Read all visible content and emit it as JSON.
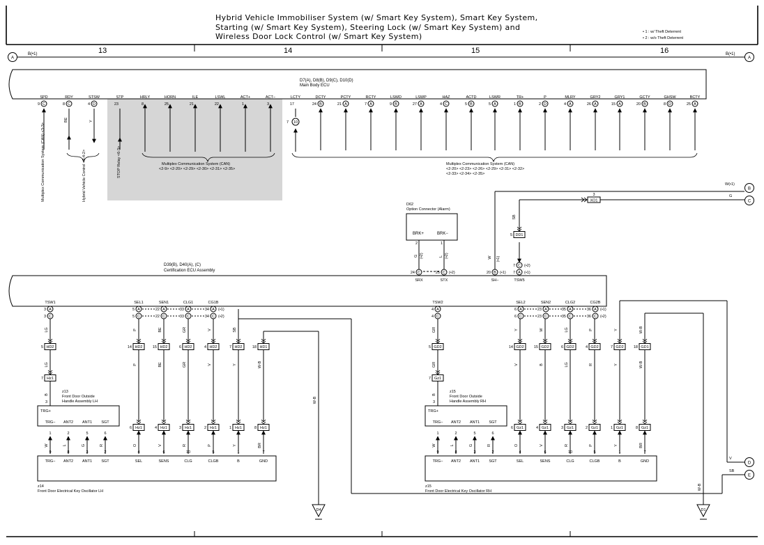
{
  "title": {
    "line1": "Hybrid Vehicle Immobiliser System (w/ Smart Key System),  Smart Key System,",
    "line2": "Starting (w/ Smart Key System),  Steering Lock (w/ Smart Key System) and",
    "line3": "Wireless Door Lock Control (w/ Smart Key System)"
  },
  "notes": [
    "• 1 : w/ Theft Deterrent",
    "• 2 : w/o Theft Deterrent"
  ],
  "page_numbers": [
    "13",
    "14",
    "15",
    "16"
  ],
  "offpage": {
    "A_left": "A",
    "A_right": "A",
    "B_label_left": "B(•1)",
    "B_label_right": "B(•1)",
    "B": "B",
    "C": "C",
    "D": "D",
    "E": "E",
    "W1": "W(•1)",
    "G": "G",
    "V": "V",
    "SB": "SB"
  },
  "main_ecu": {
    "name": "D7(A), D8(B), D9(C), D10(D)",
    "subname": "Main Body ECU",
    "pins": [
      {
        "name": "SPD",
        "num": "9",
        "conn": "C"
      },
      {
        "name": "RDY",
        "num": "8",
        "conn": "C"
      },
      {
        "name": "STSW",
        "num": "4",
        "conn": "D"
      },
      {
        "name": "STP",
        "num": "23",
        "conn": ""
      },
      {
        "name": "HRLY",
        "num": "8",
        "conn": ""
      },
      {
        "name": "HORN",
        "num": "25",
        "conn": ""
      },
      {
        "name": "ILE",
        "num": "21",
        "conn": ""
      },
      {
        "name": "LSWL",
        "num": "22",
        "conn": ""
      },
      {
        "name": "ACT+",
        "num": "1",
        "conn": ""
      },
      {
        "name": "ACT−",
        "num": "3",
        "conn": ""
      },
      {
        "name": "LCTY",
        "num": "17",
        "conn": ""
      },
      {
        "name": "DCTY",
        "num": "24",
        "conn": "B"
      },
      {
        "name": "PCTY",
        "num": "21",
        "conn": "A"
      },
      {
        "name": "RCTY",
        "num": "7",
        "conn": "A"
      },
      {
        "name": "LSWD",
        "num": "9",
        "conn": "B"
      },
      {
        "name": "LSWP",
        "num": "27",
        "conn": "A"
      },
      {
        "name": "HAZ",
        "num": "4",
        "conn": "C"
      },
      {
        "name": "ACTD",
        "num": "5",
        "conn": "B"
      },
      {
        "name": "LSWR",
        "num": "5",
        "conn": "A"
      },
      {
        "name": "TR+",
        "num": "1",
        "conn": "B"
      },
      {
        "name": "P",
        "num": "2",
        "conn": "D"
      },
      {
        "name": "MLRY",
        "num": "4",
        "conn": "A"
      },
      {
        "name": "GRY2",
        "num": "26",
        "conn": "A"
      },
      {
        "name": "GRY1",
        "num": "15",
        "conn": "A"
      },
      {
        "name": "GCTY",
        "num": "20",
        "conn": "B"
      },
      {
        "name": "GHSW",
        "num": "8",
        "conn": "D"
      },
      {
        "name": "BCTY",
        "num": "25",
        "conn": "A"
      }
    ],
    "extra_pin": {
      "num": "7",
      "conn": "10"
    }
  },
  "wires_top": {
    "rdy": "BE",
    "stsw": "Y"
  },
  "refs": {
    "mpx1": "Multiplex Communication System (CAN) <3-3>",
    "hv": "Hybrid Vehicle Control <3-4-2>",
    "stop": "STOP Relay <6-3>",
    "can_mid_title": "Multiplex Communication System (CAN)",
    "can_mid_refs": "<2-9> <2-20> <2-29> <2-30> <2-31> <2-35>",
    "can_right_title": "Multiplex Communication System (CAN)",
    "can_right_refs1": "<2-20> <2-23> <2-26> <2-29> <2-31> <2-32>",
    "can_right_refs2": "<2-33> <2-34> <2-35>"
  },
  "option_conn": {
    "name": "D62",
    "subname": "Option Connector (Alarm)",
    "pin1": "BRK+",
    "pin2": "BRK−",
    "num1": "2",
    "num2": "1",
    "w1": "G",
    "w2": "L",
    "n1": "(•2)",
    "n2": "(•2)"
  },
  "cert_ecu": {
    "name": "D39(B), D40(A), (C)",
    "subname": "Certification ECU Assembly",
    "top_pins": [
      {
        "num": "24",
        "conn": "C",
        "label": "SRX"
      },
      {
        "num": "25",
        "conn": "C",
        "label": "STX",
        "note": "(•2)"
      },
      {
        "num": "20",
        "conn": "B",
        "label": "SH−",
        "note": "(•1)"
      },
      {
        "num": "7",
        "conn": "A",
        "label": "TSW5",
        "note": "(•1)"
      }
    ],
    "tsw5_second": {
      "num": "7",
      "conn": "C",
      "note": "(•2)"
    },
    "bottom_left": [
      {
        "name": "TSW1",
        "n1": "3",
        "c1": "A",
        "n2": "3",
        "c2": "C"
      },
      {
        "name": "SEL1",
        "n1": "5",
        "c1": "A",
        "n2": "5",
        "c2": "C",
        "mid": "22"
      },
      {
        "name": "SEN1",
        "n1": "22",
        "c1": "A",
        "n2": "22",
        "c2": "C",
        "mid": "33"
      },
      {
        "name": "CLG1",
        "n1": "33",
        "c1": "A",
        "n2": "33",
        "c2": "C",
        "mid": "34"
      },
      {
        "name": "CG1B",
        "n1": "34",
        "c1": "A",
        "n2": "34",
        "c2": "C"
      }
    ],
    "bottom_right": [
      {
        "name": "TSW2",
        "n1": "4",
        "c1": "A",
        "n2": "4",
        "c2": "C"
      },
      {
        "name": "SEL2",
        "n1": "6",
        "c1": "A",
        "n2": "6",
        "c2": "C",
        "mid": "23"
      },
      {
        "name": "SEN2",
        "n1": "23",
        "c1": "A",
        "n2": "23",
        "c2": "C",
        "mid": "35"
      },
      {
        "name": "CLG2",
        "n1": "35",
        "c1": "A",
        "n2": "35",
        "c2": "C",
        "mid": "36"
      },
      {
        "name": "CG2B",
        "n1": "36",
        "c1": "A",
        "n2": "36",
        "c2": "C"
      }
    ],
    "note1": "(•1)",
    "note2": "(•2)"
  },
  "tsw_wires": {
    "sb": "SB",
    "w": "W",
    "w1": "(•1)",
    "x01": "XO1",
    "x01_pin": "3",
    "dd1": "DD1",
    "dd1_pin": "5"
  },
  "left_side": {
    "hd_connectors": [
      {
        "pin": "5",
        "id": "HD2"
      },
      {
        "pin": "14",
        "id": "HD2"
      },
      {
        "pin": "15",
        "id": "HD2"
      },
      {
        "pin": "6",
        "id": "HD2"
      },
      {
        "pin": "4",
        "id": "HD2"
      },
      {
        "pin": "7",
        "id": "HD2"
      },
      {
        "pin": "18",
        "id": "HD1"
      }
    ],
    "wires_upper": [
      "LG",
      "P",
      "BE",
      "GR",
      "V",
      "SB"
    ],
    "wires_lower": [
      "LG",
      "P",
      "BE",
      "GR",
      "V",
      "Y",
      "W-B"
    ],
    "hz1_trg": {
      "pin": "7",
      "id": "Hz1"
    },
    "wire_b": "B",
    "handle": {
      "id": "z13",
      "name1": "Front Door Outside",
      "name2": "Handle Assembly LH",
      "pin": "3",
      "trgp": "TRG+",
      "pins": [
        "TRG−",
        "ANT2",
        "ANT1",
        "SGT"
      ],
      "nums": [
        "1",
        "2",
        "5",
        "6"
      ]
    },
    "hz1_row": [
      {
        "pin": "6",
        "id": "Hz1"
      },
      {
        "pin": "4",
        "id": "Hz1"
      },
      {
        "pin": "3",
        "id": "Hz1"
      },
      {
        "pin": "2",
        "id": "Hz1"
      },
      {
        "pin": "1",
        "id": "Hz1"
      },
      {
        "pin": "8",
        "id": "Hz1"
      }
    ],
    "osc_wires": [
      "W",
      "L",
      "G",
      "R",
      "O",
      "V",
      "R",
      "P",
      "Y",
      "BR"
    ],
    "osc": {
      "id": "z14",
      "name": "Front Door Electrical Key Oscillator LH",
      "nums": [
        "9",
        "8",
        "3",
        "2",
        "4",
        "6",
        "10",
        "5",
        "1",
        "7"
      ],
      "pins": [
        "TRG−",
        "ANT2",
        "ANT1",
        "SGT",
        "SEL",
        "SENS",
        "CLG",
        "CLGB",
        "B",
        "GND"
      ]
    },
    "ground": {
      "wire": "W-B",
      "id": "D4"
    }
  },
  "right_side": {
    "gd_connectors": [
      {
        "pin": "5",
        "id": "GD2"
      },
      {
        "pin": "14",
        "id": "GD2"
      },
      {
        "pin": "15",
        "id": "GD2"
      },
      {
        "pin": "6",
        "id": "GD2"
      },
      {
        "pin": "4",
        "id": "GD2"
      },
      {
        "pin": "7",
        "id": "GD2"
      },
      {
        "pin": "18",
        "id": "GD1"
      }
    ],
    "wires_upper": [
      "GR",
      "Y",
      "W",
      "LG",
      "P",
      "Y",
      "W-B"
    ],
    "wires_lower": [
      "GR",
      "V",
      "B",
      "LG",
      "R",
      "Y",
      "W-B"
    ],
    "gz1_trg": {
      "pin": "7",
      "id": "Gz1"
    },
    "wire_b": "B",
    "handle": {
      "id": "z15",
      "name1": "Front Door Outside",
      "name2": "Handle Assembly RH",
      "pin": "3",
      "trgp": "TRG+",
      "pins": [
        "TRG−",
        "ANT2",
        "ANT1",
        "SGT"
      ],
      "nums": [
        "1",
        "2",
        "5",
        "6"
      ]
    },
    "gz1_row": [
      {
        "pin": "6",
        "id": "Gz1"
      },
      {
        "pin": "4",
        "id": "Gz1"
      },
      {
        "pin": "3",
        "id": "Gz1"
      },
      {
        "pin": "2",
        "id": "Gz1"
      },
      {
        "pin": "1",
        "id": "Gz1"
      },
      {
        "pin": "8",
        "id": "Gz1"
      }
    ],
    "osc_wires": [
      "W",
      "L",
      "G",
      "R",
      "O",
      "V",
      "R",
      "P",
      "Y",
      "BR"
    ],
    "osc": {
      "id": "z15",
      "name": "Front Door Electrical Key Oscillator RH",
      "nums": [
        "9",
        "8",
        "3",
        "2",
        "4",
        "6",
        "10",
        "5",
        "1",
        "7"
      ],
      "pins": [
        "TRG−",
        "ANT2",
        "ANT1",
        "SGT",
        "SEL",
        "SENS",
        "CLG",
        "CLGB",
        "B",
        "GND"
      ]
    },
    "ground": {
      "wire": "W-B",
      "id": "D1"
    }
  }
}
